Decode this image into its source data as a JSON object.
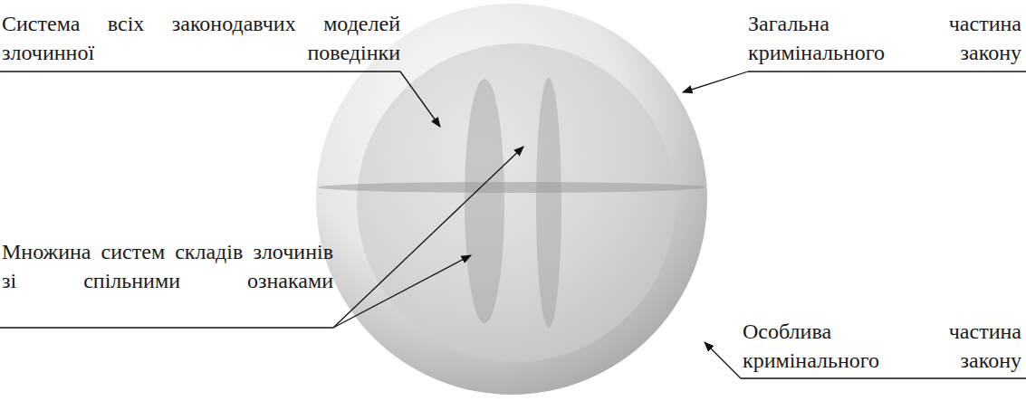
{
  "diagram": {
    "labels": [
      "Система всіх законодавчих моделей злочинної поведінки",
      "Загальна частина кримінального закону",
      "Множина систем складів злочинів зі спільними ознаками",
      "Особлива частина кримінального закону"
    ]
  }
}
